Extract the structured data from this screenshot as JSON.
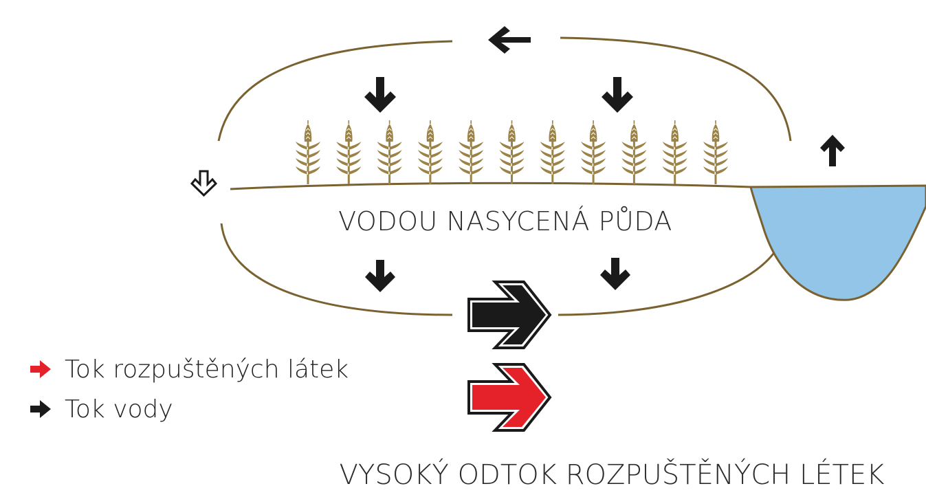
{
  "soil_label": "VODOU NASYCENÁ PŮDA",
  "caption": "VYSOKÝ ODTOK ROZPUŠTĚNÝCH LÉTEK",
  "legend": [
    {
      "label": "Tok rozpuštěných látek",
      "color": "#e52229"
    },
    {
      "label": "Tok vody",
      "color": "#1a1a1a"
    }
  ],
  "colors": {
    "cycle_line": "#7a6230",
    "pond_fill": "#92c5e8",
    "pond_outline": "#7a6230",
    "plant": "#9b8348",
    "arrow_dark": "#1a1a1a",
    "arrow_red": "#e52229"
  },
  "icons": {
    "plant": "wheat-plant-icon",
    "down_arrow": "down-arrow-icon",
    "up_arrow": "up-arrow-icon",
    "left_arrow": "left-arrow-icon"
  }
}
